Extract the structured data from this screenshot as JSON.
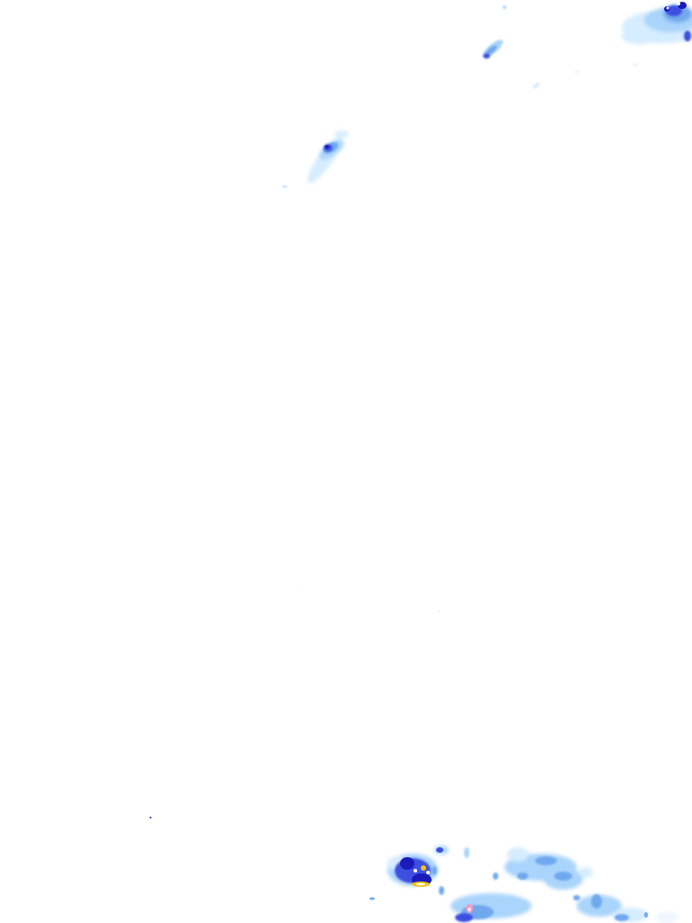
{
  "map": {
    "kind": "weather-radar-overlay",
    "background": "#ffffff",
    "palette": {
      "very-light": "#d6ecff",
      "light": "#a9d4fb",
      "medium": "#6fa8ee",
      "strong": "#3d4fe0",
      "heavy": "#1a1bb8",
      "intense": "#f0c419",
      "extreme": "#f29bbf"
    },
    "echo_regions": [
      {
        "id": "ne-corner-cell",
        "location": "top-right",
        "peak_intensity": "heavy"
      },
      {
        "id": "top-streak",
        "location": "top-center-right",
        "peak_intensity": "strong"
      },
      {
        "id": "upper-mid-streak",
        "location": "upper-center",
        "peak_intensity": "heavy"
      },
      {
        "id": "south-cluster",
        "location": "bottom-center",
        "peak_intensity": "intense"
      },
      {
        "id": "southeast-band",
        "location": "bottom-right",
        "peak_intensity": "medium"
      }
    ]
  }
}
